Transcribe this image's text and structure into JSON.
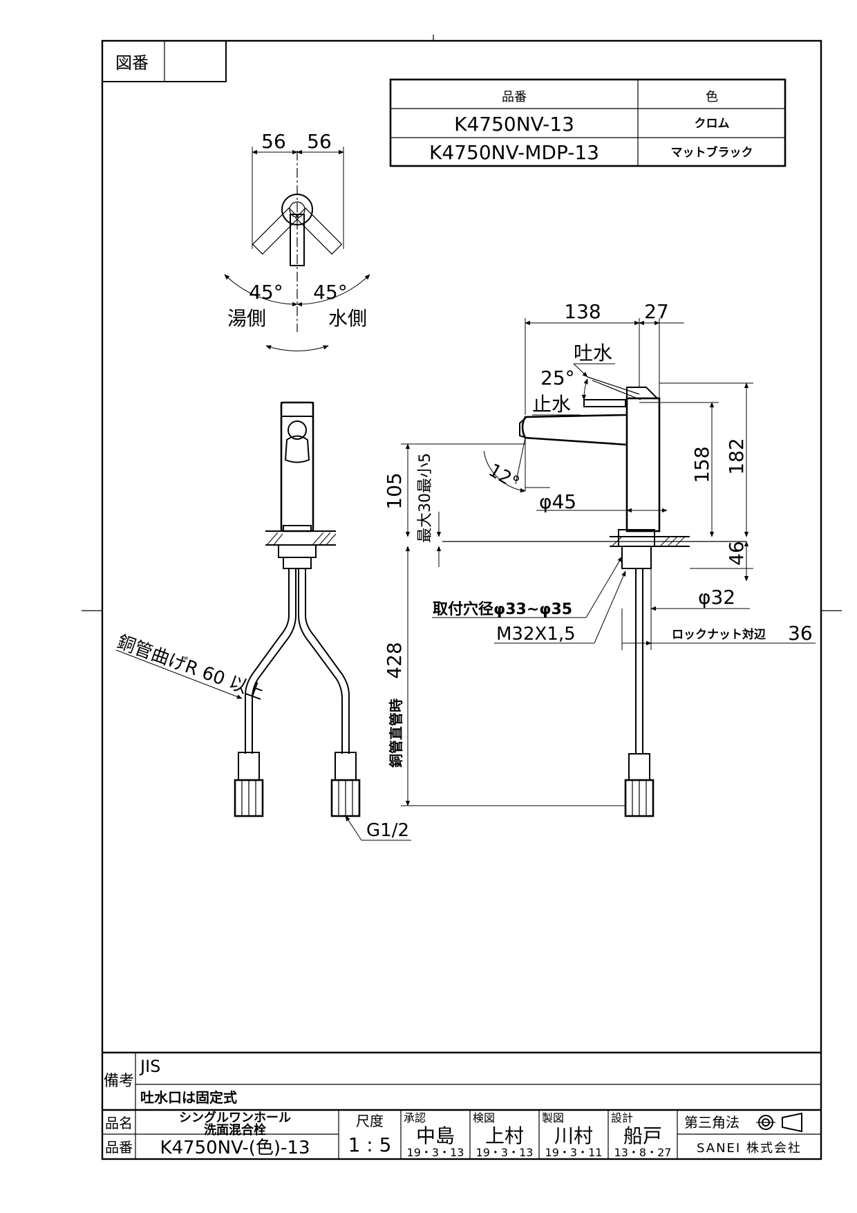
{
  "drawing_number_label": "図番",
  "color_table": {
    "headers": {
      "part_no": "品番",
      "color": "色"
    },
    "rows": [
      {
        "part_no": "K4750NV-13",
        "color": "クロム"
      },
      {
        "part_no": "K4750NV-MDP-13",
        "color": "マットブラック"
      }
    ]
  },
  "top_view": {
    "dim_left": "56",
    "dim_right": "56",
    "angle_left": "45°",
    "angle_right": "45°",
    "hot_label": "湯側",
    "cold_label": "水側"
  },
  "front_view": {
    "bend_note": "銅管曲げR 60 以上",
    "thread": "G1/2"
  },
  "side_view": {
    "dim_138": "138",
    "dim_27": "27",
    "water_on": "吐水",
    "lever_angle": "25°",
    "water_off": "止水",
    "spout_angle": "12°",
    "spout_dia": "φ45",
    "dim_105": "105",
    "deck_thickness": "最大30最小5",
    "dim_158": "158",
    "dim_182": "182",
    "dim_46": "46",
    "hole_dia": "取付穴径φ33~φ35",
    "thread": "M32X1,5",
    "pipe_dia": "φ32",
    "locknut": "ロックナット対辺",
    "locknut_value": "36",
    "pipe_length_label": "銅管直管時",
    "pipe_length": "428"
  },
  "title_block": {
    "remarks_label": "備考",
    "remarks_1": "JIS",
    "remarks_2": "吐水口は固定式",
    "name_label": "品名",
    "name_1": "シングルワンホール",
    "name_2": "洗面混合栓",
    "number_label": "品番",
    "number": "K4750NV-(色)-13",
    "scale_label": "尺度",
    "scale": "1 : 5",
    "approval": [
      {
        "label": "承認",
        "name": "中島",
        "date": "19・3・13"
      },
      {
        "label": "検図",
        "name": "上村",
        "date": "19・3・13"
      },
      {
        "label": "製図",
        "name": "川村",
        "date": "19・3・11"
      },
      {
        "label": "設計",
        "name": "船戸",
        "date": "13・8・27"
      }
    ],
    "projection": "第三角法",
    "company": "SANEI 株式会社"
  }
}
